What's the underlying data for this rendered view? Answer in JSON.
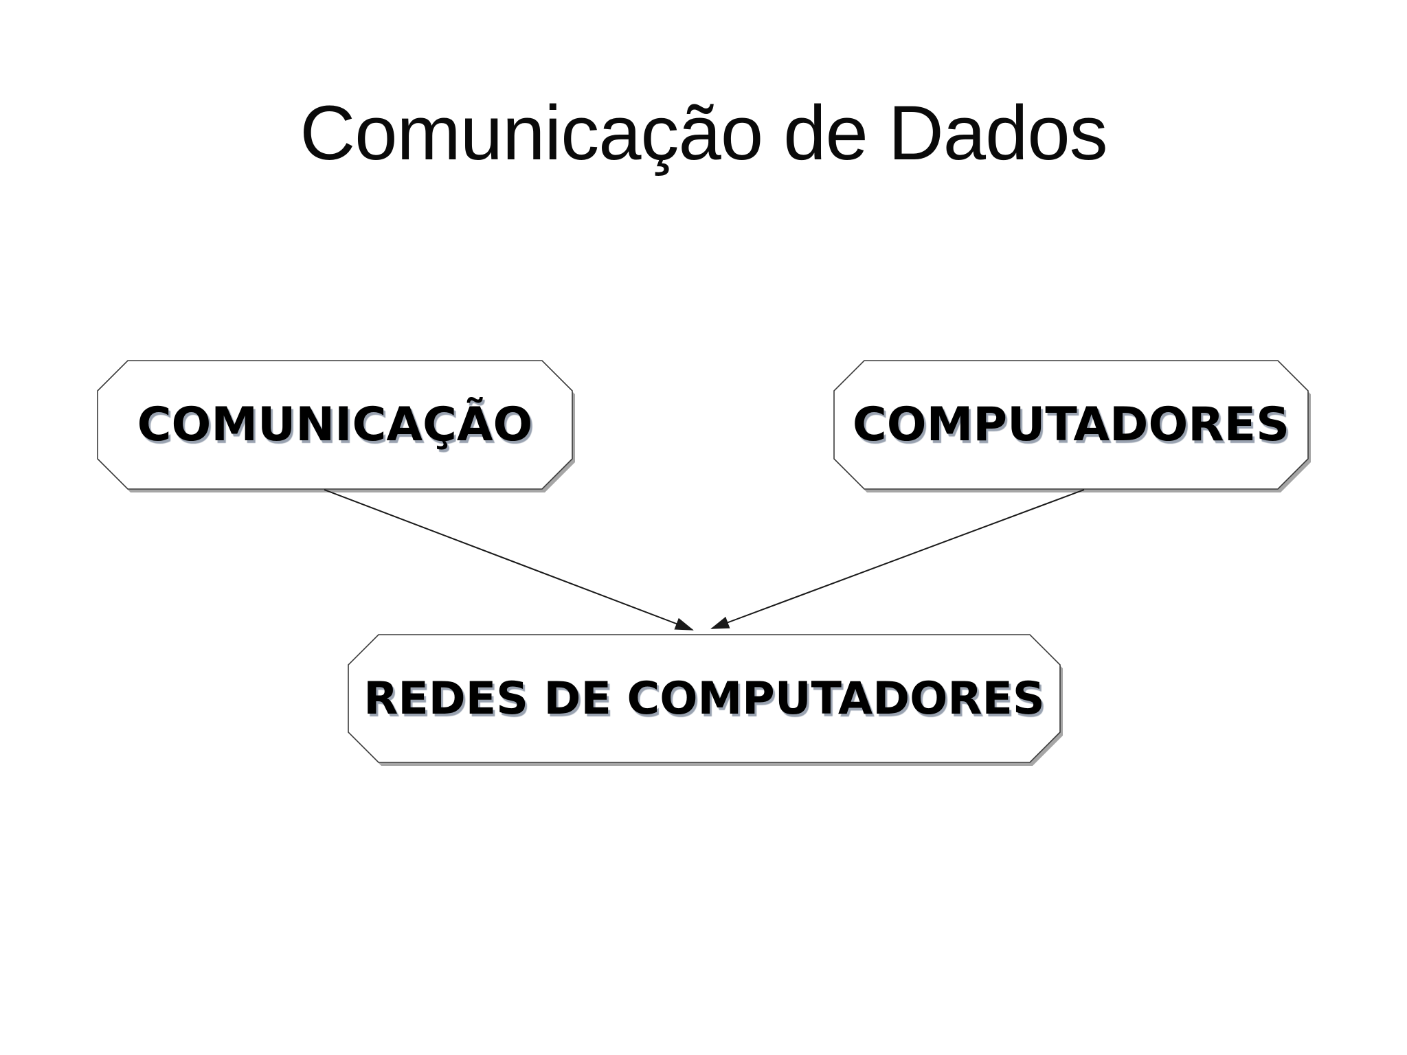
{
  "slide": {
    "title": "Comunicação de Dados",
    "background_color": "#ffffff"
  },
  "diagram": {
    "type": "flow-diagram",
    "nodes": [
      {
        "id": "comunicacao",
        "label": "COMUNICAÇÃO",
        "shape": "octagon"
      },
      {
        "id": "computadores",
        "label": "COMPUTADORES",
        "shape": "octagon"
      },
      {
        "id": "redes",
        "label": "REDES DE COMPUTADORES",
        "shape": "octagon"
      }
    ],
    "edges": [
      {
        "from": "comunicacao",
        "to": "redes",
        "style": "arrow"
      },
      {
        "from": "computadores",
        "to": "redes",
        "style": "arrow"
      }
    ],
    "colors": {
      "node_fill": "#ffffff",
      "node_border": "#3a3a3a",
      "node_shadow": "#a6a6a6",
      "label_text": "#000000",
      "label_shadow": "#9aa3b1",
      "arrow": "#1a1a1a"
    }
  }
}
